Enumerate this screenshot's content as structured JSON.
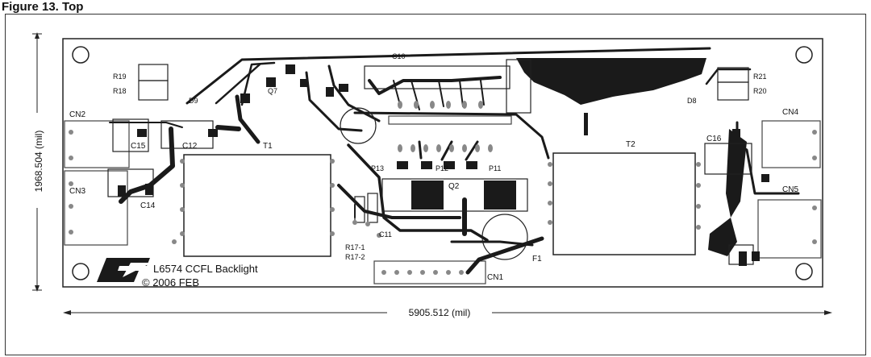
{
  "figure": {
    "title": "Figure 13. Top",
    "board_title": "L6574 CCFL Backlight",
    "board_date": "© 2006 FEB",
    "width_label": "5905.512 (mil)",
    "height_label": "1968.504 (mil)"
  },
  "connectors": {
    "cn1": "CN1",
    "cn2": "CN2",
    "cn3": "CN3",
    "cn4": "CN4",
    "cn5": "CN5"
  },
  "transformers": {
    "t1": "T1",
    "t2": "T2"
  },
  "components": {
    "c15": "C15",
    "c12": "C12",
    "c14": "C14",
    "c16": "C16",
    "c11": "C11",
    "c10": "C10",
    "q2": "Q2",
    "q7": "Q7",
    "r19": "R19",
    "r18": "R18",
    "r21": "R21",
    "r20": "R20",
    "d9": "D9",
    "d8": "D8",
    "f1": "F1",
    "p11": "P11",
    "p12": "P12",
    "p13": "P13",
    "r17_1": "R17-1",
    "r17_2": "R17-2"
  },
  "colors": {
    "copper": "#1a1a1a",
    "board": "#ffffff",
    "pad": "#888888",
    "silk": "#222222"
  }
}
